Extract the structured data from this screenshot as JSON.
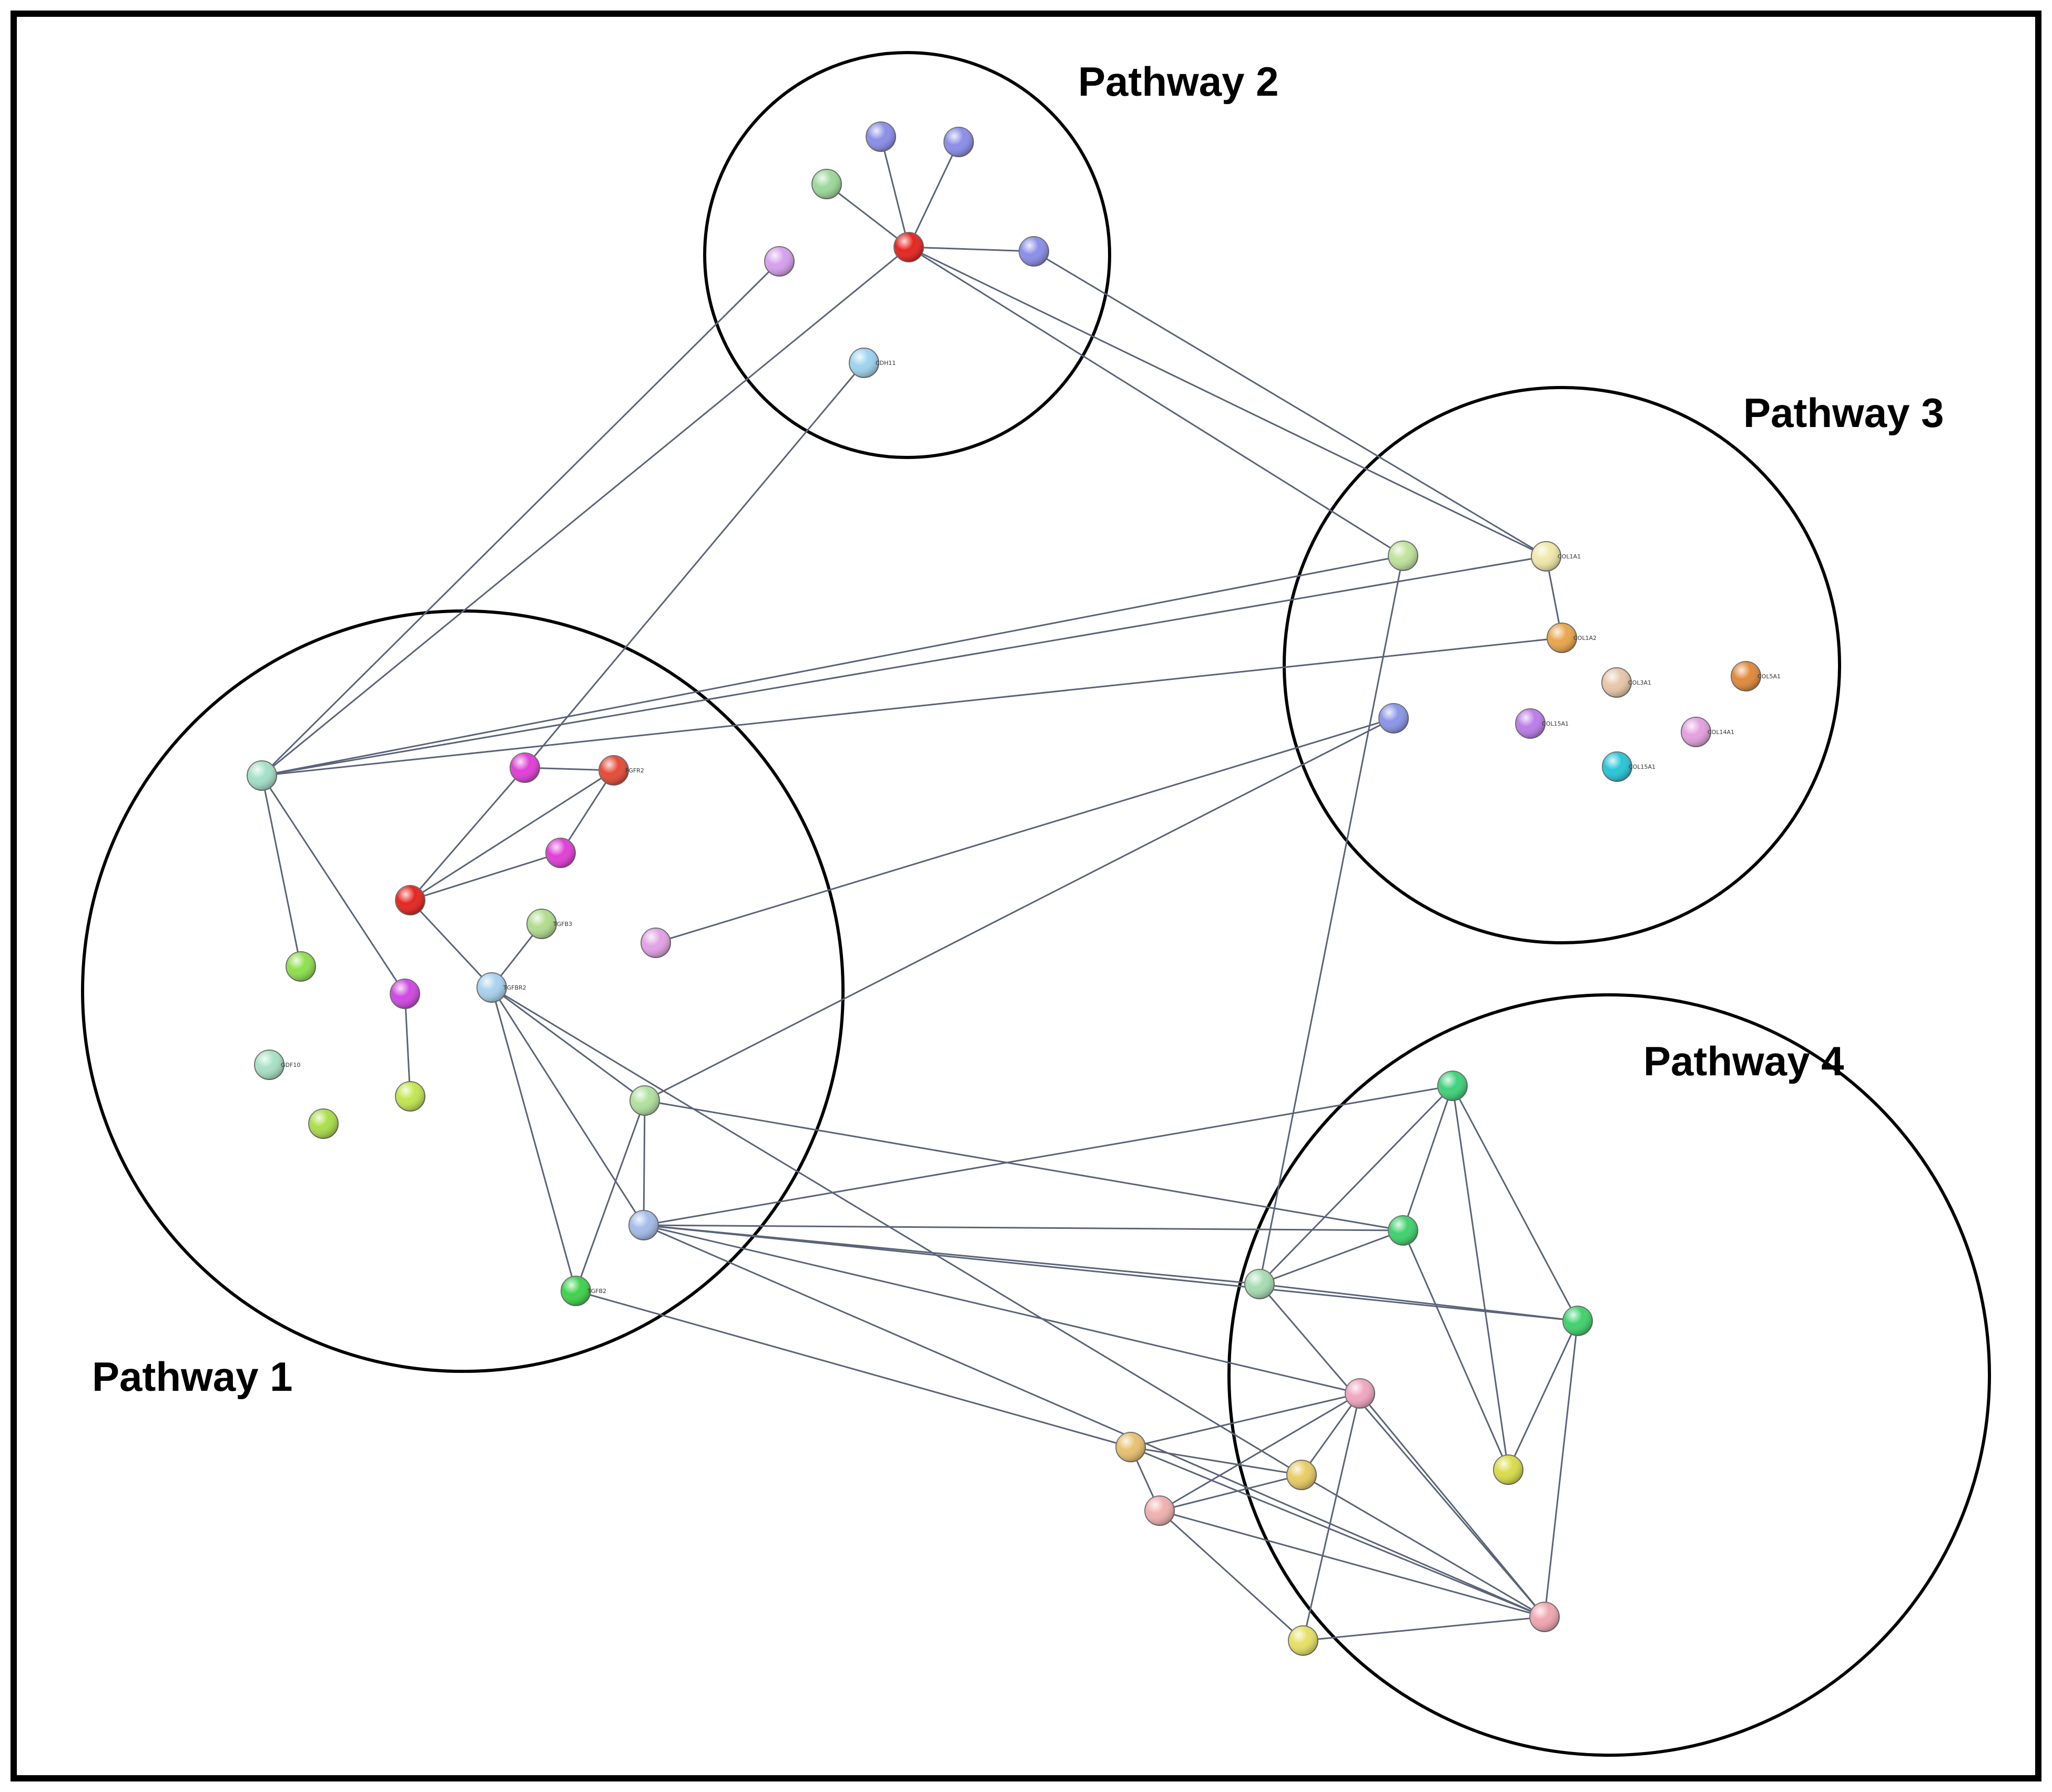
{
  "pathways": [
    {
      "id": "p1",
      "label": "Pathway 1"
    },
    {
      "id": "p2",
      "label": "Pathway 2"
    },
    {
      "id": "p3",
      "label": "Pathway 3"
    },
    {
      "id": "p4",
      "label": "Pathway 4"
    }
  ],
  "nodes": [
    {
      "id": "N01",
      "pathway": "p2",
      "label": "",
      "color": "#8a8ee8"
    },
    {
      "id": "N02",
      "pathway": "p2",
      "label": "",
      "color": "#8a8ee8"
    },
    {
      "id": "N03",
      "pathway": "p2",
      "label": "",
      "color": "#9dd89a"
    },
    {
      "id": "N04",
      "pathway": "p2",
      "label": "",
      "color": "#e5251f"
    },
    {
      "id": "N05",
      "pathway": "p2",
      "label": "",
      "color": "#8a8ee8"
    },
    {
      "id": "N06",
      "pathway": "p2",
      "label": "",
      "color": "#d6a0ee"
    },
    {
      "id": "N07",
      "pathway": "p2",
      "label": "CDH11",
      "color": "#9ed3ee"
    },
    {
      "id": "N08",
      "pathway": "p3",
      "label": "",
      "color": "#bfe39c"
    },
    {
      "id": "N09",
      "pathway": "p3",
      "label": "COL1A1",
      "color": "#efe8a8"
    },
    {
      "id": "N10",
      "pathway": "p3",
      "label": "COL1A2",
      "color": "#e8a64c"
    },
    {
      "id": "N11",
      "pathway": "p3",
      "label": "COL3A1",
      "color": "#e8c6a8"
    },
    {
      "id": "N12",
      "pathway": "p3",
      "label": "COL5A1",
      "color": "#e08a3c"
    },
    {
      "id": "N13",
      "pathway": "p3",
      "label": "",
      "color": "#8a96e8"
    },
    {
      "id": "N14",
      "pathway": "p3",
      "label": "COL15A1",
      "color": "#bb7ce8"
    },
    {
      "id": "N15",
      "pathway": "p3",
      "label": "COL14A1",
      "color": "#e4a0de"
    },
    {
      "id": "N16",
      "pathway": "p3",
      "label": "COL15A1",
      "color": "#27c6d8"
    },
    {
      "id": "N17",
      "pathway": "p1",
      "label": "",
      "color": "#a3e0c8"
    },
    {
      "id": "N18",
      "pathway": "p1",
      "label": "",
      "color": "#e13ed6"
    },
    {
      "id": "N19",
      "pathway": "p1",
      "label": "FGFR2",
      "color": "#e54a37"
    },
    {
      "id": "N20",
      "pathway": "p1",
      "label": "",
      "color": "#e13ed6"
    },
    {
      "id": "N21",
      "pathway": "p1",
      "label": "",
      "color": "#e5251f"
    },
    {
      "id": "N22",
      "pathway": "p1",
      "label": "TGFB3",
      "color": "#b1dc8e"
    },
    {
      "id": "N23",
      "pathway": "p1",
      "label": "",
      "color": "#e2a2e6"
    },
    {
      "id": "N24",
      "pathway": "p1",
      "label": "TGFBR2",
      "color": "#a8d2ee"
    },
    {
      "id": "N25",
      "pathway": "p1",
      "label": "",
      "color": "#8ee04c"
    },
    {
      "id": "N26",
      "pathway": "p1",
      "label": "",
      "color": "#d048e2"
    },
    {
      "id": "N27",
      "pathway": "p1",
      "label": "GDF10",
      "color": "#a8e0c4"
    },
    {
      "id": "N28",
      "pathway": "p1",
      "label": "",
      "color": "#c2e650"
    },
    {
      "id": "N29",
      "pathway": "p1",
      "label": "",
      "color": "#a9de4a"
    },
    {
      "id": "N30",
      "pathway": "p1",
      "label": "",
      "color": "#b1e09e"
    },
    {
      "id": "N31",
      "pathway": "p1",
      "label": "",
      "color": "#a4bce8"
    },
    {
      "id": "N32",
      "pathway": "p1",
      "label": "TGFB2",
      "color": "#3fd24c"
    },
    {
      "id": "N33",
      "pathway": "p4",
      "label": "",
      "color": "#3fd27a"
    },
    {
      "id": "N34",
      "pathway": "p4",
      "label": "",
      "color": "#3fd26c"
    },
    {
      "id": "N35",
      "pathway": "p4",
      "label": "",
      "color": "#a6dcb2"
    },
    {
      "id": "N36",
      "pathway": "p4",
      "label": "",
      "color": "#3fd26c"
    },
    {
      "id": "N37",
      "pathway": "p4",
      "label": "",
      "color": "#f0a6c0"
    },
    {
      "id": "N38",
      "pathway": "p4",
      "label": "",
      "color": "#e8c070"
    },
    {
      "id": "N39",
      "pathway": "p4",
      "label": "",
      "color": "#e8cc64"
    },
    {
      "id": "N40",
      "pathway": "p4",
      "label": "",
      "color": "#d8dc4a"
    },
    {
      "id": "N41",
      "pathway": "p4",
      "label": "",
      "color": "#f0b0b0"
    },
    {
      "id": "N42",
      "pathway": "p4",
      "label": "",
      "color": "#e6e064"
    },
    {
      "id": "N43",
      "pathway": "p4",
      "label": "",
      "color": "#f0a6b0"
    }
  ],
  "edges": [
    [
      "N04",
      "N01"
    ],
    [
      "N04",
      "N02"
    ],
    [
      "N04",
      "N03"
    ],
    [
      "N04",
      "N05"
    ],
    [
      "N04",
      "N17"
    ],
    [
      "N04",
      "N09"
    ],
    [
      "N04",
      "N08"
    ],
    [
      "N06",
      "N17"
    ],
    [
      "N07",
      "N18"
    ],
    [
      "N05",
      "N09"
    ],
    [
      "N17",
      "N08"
    ],
    [
      "N17",
      "N09"
    ],
    [
      "N17",
      "N10"
    ],
    [
      "N17",
      "N25"
    ],
    [
      "N17",
      "N26"
    ],
    [
      "N08",
      "N35"
    ],
    [
      "N09",
      "N10"
    ],
    [
      "N18",
      "N19"
    ],
    [
      "N18",
      "N21"
    ],
    [
      "N19",
      "N21"
    ],
    [
      "N19",
      "N20"
    ],
    [
      "N21",
      "N20"
    ],
    [
      "N21",
      "N24"
    ],
    [
      "N22",
      "N24"
    ],
    [
      "N23",
      "N13"
    ],
    [
      "N26",
      "N28"
    ],
    [
      "N24",
      "N30"
    ],
    [
      "N24",
      "N31"
    ],
    [
      "N24",
      "N32"
    ],
    [
      "N24",
      "N39"
    ],
    [
      "N30",
      "N31"
    ],
    [
      "N30",
      "N32"
    ],
    [
      "N30",
      "N13"
    ],
    [
      "N30",
      "N34"
    ],
    [
      "N31",
      "N33"
    ],
    [
      "N31",
      "N34"
    ],
    [
      "N31",
      "N35"
    ],
    [
      "N31",
      "N36"
    ],
    [
      "N31",
      "N37"
    ],
    [
      "N31",
      "N43"
    ],
    [
      "N32",
      "N38"
    ],
    [
      "N33",
      "N34"
    ],
    [
      "N33",
      "N35"
    ],
    [
      "N33",
      "N36"
    ],
    [
      "N33",
      "N40"
    ],
    [
      "N34",
      "N35"
    ],
    [
      "N34",
      "N40"
    ],
    [
      "N35",
      "N36"
    ],
    [
      "N35",
      "N43"
    ],
    [
      "N36",
      "N40"
    ],
    [
      "N36",
      "N43"
    ],
    [
      "N37",
      "N38"
    ],
    [
      "N37",
      "N39"
    ],
    [
      "N37",
      "N41"
    ],
    [
      "N37",
      "N42"
    ],
    [
      "N37",
      "N43"
    ],
    [
      "N38",
      "N39"
    ],
    [
      "N38",
      "N41"
    ],
    [
      "N38",
      "N43"
    ],
    [
      "N41",
      "N39"
    ],
    [
      "N41",
      "N42"
    ],
    [
      "N41",
      "N43"
    ],
    [
      "N39",
      "N43"
    ],
    [
      "N42",
      "N43"
    ]
  ]
}
